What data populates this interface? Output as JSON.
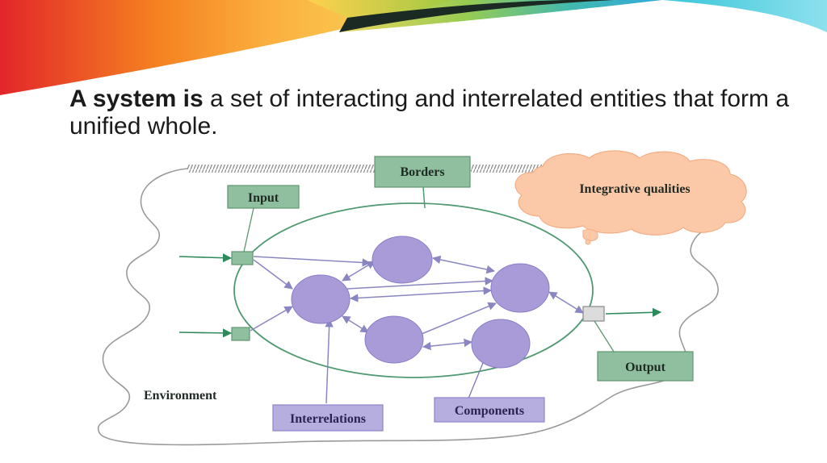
{
  "heading": {
    "lead": "A system is",
    "rest": " a set of interacting and interrelated entities that form a unified whole."
  },
  "diagram": {
    "labels": {
      "borders": "Borders",
      "input": "Input",
      "integrative_qualities": "Integrative qualities",
      "output": "Output",
      "environment": "Environment",
      "interrelations": "Interrelations",
      "components": "Components"
    }
  },
  "colors": {
    "green_box": "#8fbf9f",
    "green_border": "#5e9670",
    "purple_node": "#a89bd8",
    "purple_box": "#b7aee0",
    "cloud": "#fcc9a8",
    "arrow": "#8a86c2",
    "input_arrow": "#2e8a5a"
  },
  "icons": [
    "cloud-callout-shape",
    "spring-coil-boundary"
  ]
}
